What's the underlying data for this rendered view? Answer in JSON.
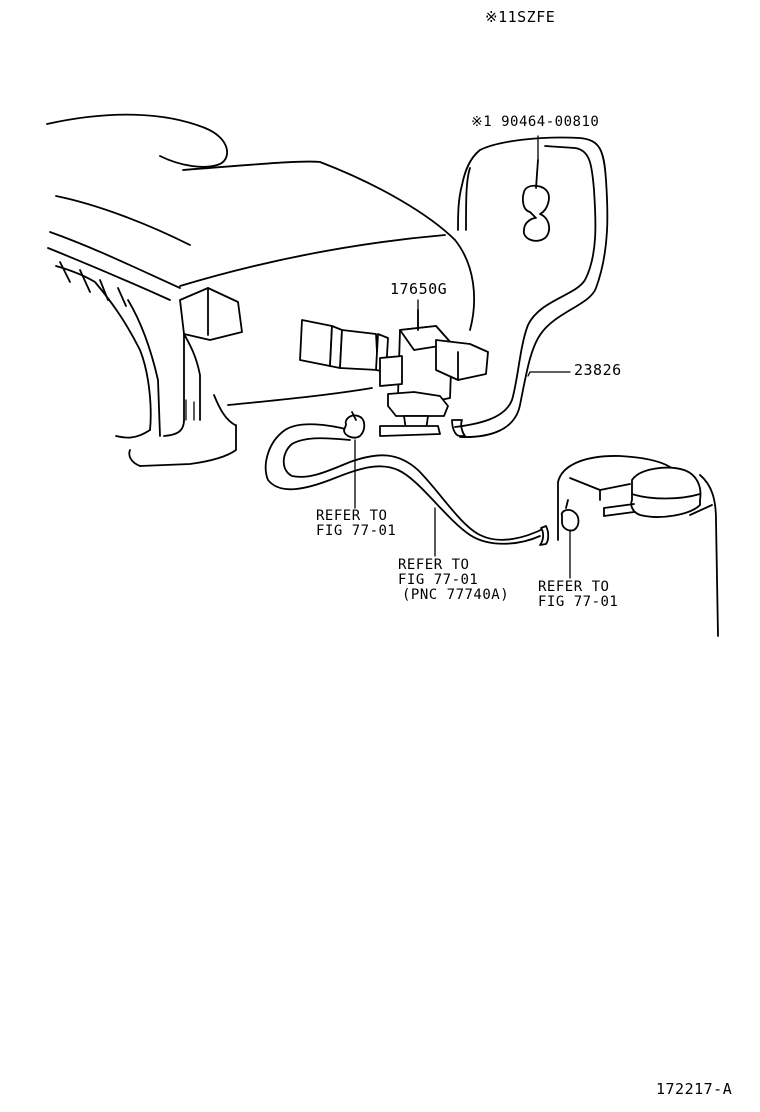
{
  "engine_code": "※11SZFE",
  "parts": {
    "clip_note": "※1 90464-00810",
    "valve": "17650G",
    "hose": "23826"
  },
  "references": {
    "ref_left": {
      "line1": "REFER TO",
      "line2": "FIG 77-01"
    },
    "ref_center": {
      "line1": "REFER TO",
      "line2": "FIG 77-01",
      "line3": "(PNC 77740A)"
    },
    "ref_right": {
      "line1": "REFER TO",
      "line2": "FIG 77-01"
    }
  },
  "figure_id": "172217-A"
}
